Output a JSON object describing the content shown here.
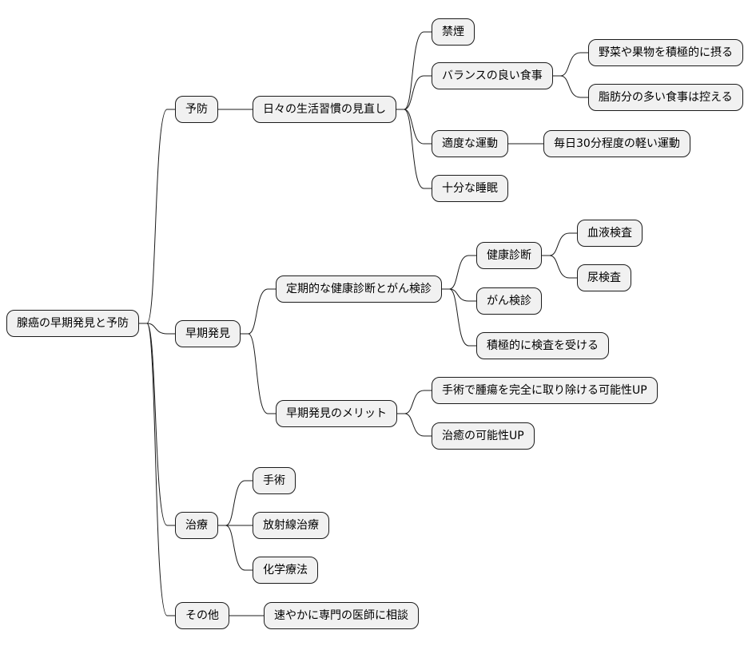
{
  "mindmap": {
    "root": "腺癌の早期発見と予防",
    "branches": [
      {
        "label": "予防",
        "children": [
          {
            "label": "日々の生活習慣の見直し",
            "children": [
              {
                "label": "禁煙"
              },
              {
                "label": "バランスの良い食事",
                "children": [
                  {
                    "label": "野菜や果物を積極的に摂る"
                  },
                  {
                    "label": "脂肪分の多い食事は控える"
                  }
                ]
              },
              {
                "label": "適度な運動",
                "children": [
                  {
                    "label": "毎日30分程度の軽い運動"
                  }
                ]
              },
              {
                "label": "十分な睡眠"
              }
            ]
          }
        ]
      },
      {
        "label": "早期発見",
        "children": [
          {
            "label": "定期的な健康診断とがん検診",
            "children": [
              {
                "label": "健康診断",
                "children": [
                  {
                    "label": "血液検査"
                  },
                  {
                    "label": "尿検査"
                  }
                ]
              },
              {
                "label": "がん検診"
              },
              {
                "label": "積極的に検査を受ける"
              }
            ]
          },
          {
            "label": "早期発見のメリット",
            "children": [
              {
                "label": "手術で腫瘍を完全に取り除ける可能性UP"
              },
              {
                "label": "治癒の可能性UP"
              }
            ]
          }
        ]
      },
      {
        "label": "治療",
        "children": [
          {
            "label": "手術"
          },
          {
            "label": "放射線治療"
          },
          {
            "label": "化学療法"
          }
        ]
      },
      {
        "label": "その他",
        "children": [
          {
            "label": "速やかに専門の医師に相談"
          }
        ]
      }
    ]
  }
}
